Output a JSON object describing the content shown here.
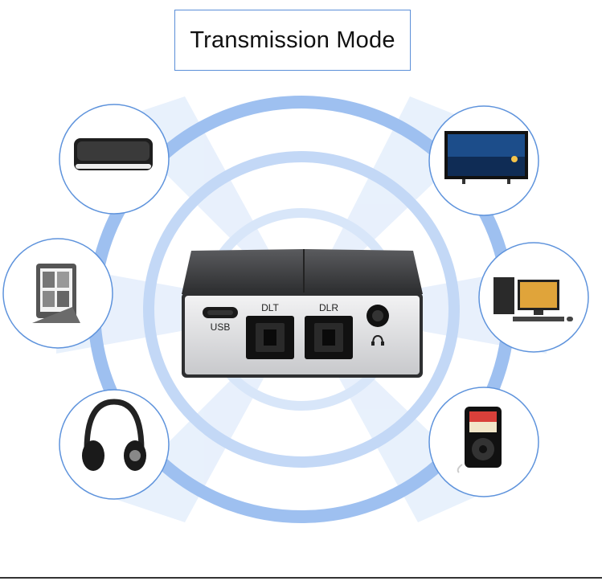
{
  "title": "Transmission Mode",
  "device": {
    "ports": {
      "usb": "USB",
      "dlt": "DLT",
      "dlr": "DLR",
      "headphone_icon": "headphone-icon"
    }
  },
  "devices": [
    {
      "id": "speaker",
      "icon": "speaker-icon"
    },
    {
      "id": "tv",
      "icon": "tv-icon"
    },
    {
      "id": "tablet",
      "icon": "tablet-icon"
    },
    {
      "id": "computer",
      "icon": "desktop-computer-icon"
    },
    {
      "id": "headphones",
      "icon": "headphones-icon"
    },
    {
      "id": "music-player",
      "icon": "music-player-icon"
    }
  ],
  "colors": {
    "ring": "#8fb6ee",
    "circle_border": "#5e93dc",
    "panel": "#d9dadc",
    "case": "#3a3b3d"
  }
}
